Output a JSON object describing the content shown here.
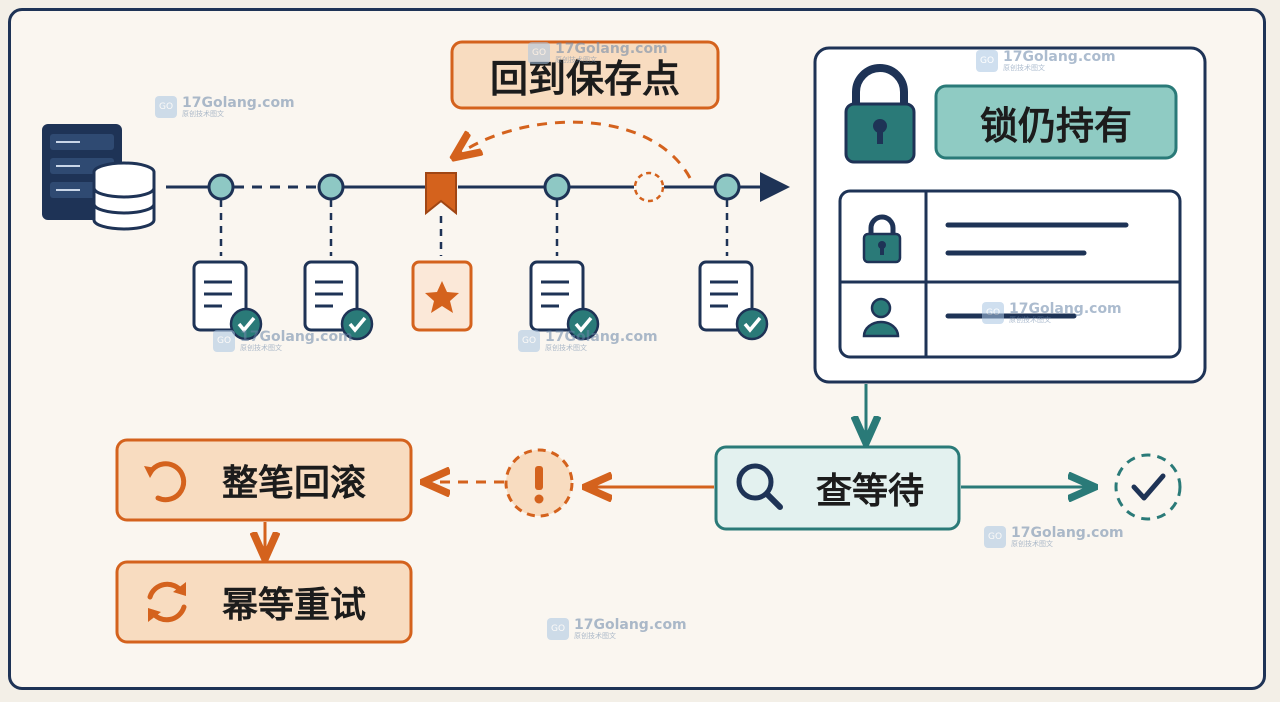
{
  "labels": {
    "restore_point": "回到保存点",
    "lock_held": "锁仍持有",
    "check_wait": "查等待",
    "full_rollback": "整笔回滚",
    "idempotent_retry": "幂等重试"
  },
  "watermark": {
    "text": "17Golang.com",
    "sub": "原创技术图文",
    "badge": "GO"
  },
  "colors": {
    "navy": "#1e3356",
    "orange": "#d4621d",
    "orange_fill": "#f8dcc0",
    "teal": "#2a7a78",
    "teal_fill": "#8fcbc3",
    "teal_light": "#e3f1ef",
    "node": "#8ec8c4"
  },
  "icons": [
    "database-server-icon",
    "bookmark-icon",
    "document-check-icon",
    "star-icon",
    "lock-icon",
    "user-icon",
    "search-icon",
    "warning-icon",
    "check-icon",
    "undo-icon",
    "refresh-icon"
  ]
}
